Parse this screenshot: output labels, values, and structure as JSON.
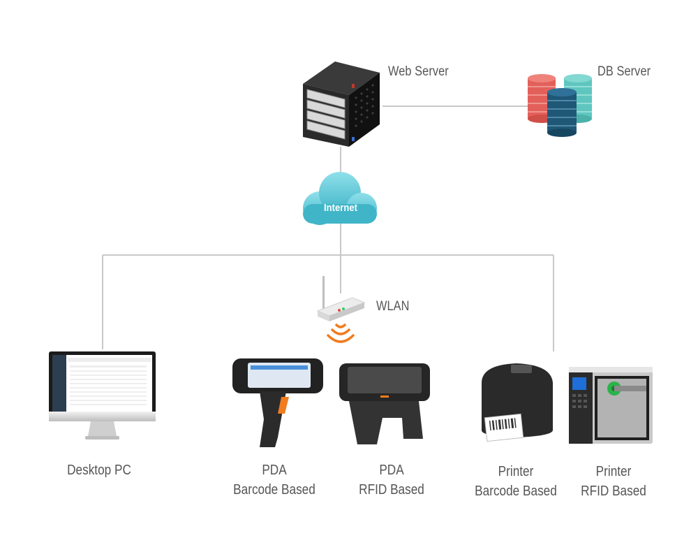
{
  "nodes": {
    "web_server": "Web Server",
    "db_server": "DB Server",
    "internet": "Internet",
    "wlan": "WLAN",
    "desktop_pc": "Desktop PC",
    "pda_barcode": {
      "line1": "PDA",
      "line2": "Barcode Based"
    },
    "pda_rfid": {
      "line1": "PDA",
      "line2": "RFID Based"
    },
    "printer_barcode": {
      "line1": "Printer",
      "line2": "Barcode Based"
    },
    "printer_rfid": {
      "line1": "Printer",
      "line2": "RFID Based"
    }
  },
  "colors": {
    "line": "#c8c8c8",
    "cloud": "#5cc6d6",
    "db_red": "#e3605a",
    "db_teal": "#5fc6bf",
    "db_navy": "#1f5877",
    "wifi": "#f07c1e",
    "label": "#555555"
  }
}
